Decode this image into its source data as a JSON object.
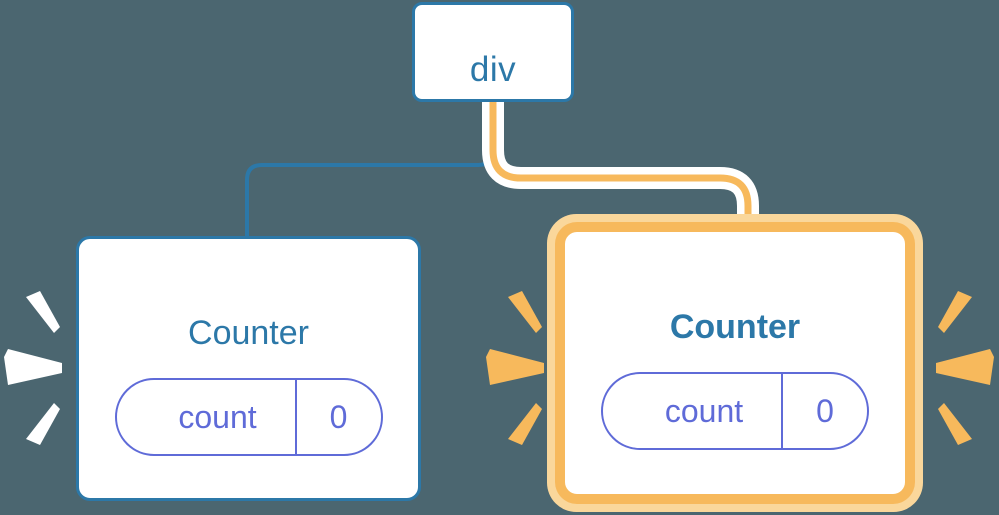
{
  "diagram": {
    "type": "component-tree",
    "background_color": "#4b6670",
    "title_text_color": "#2c78a8",
    "state_color": "#5f6bd8",
    "highlight_color": "#f7b95c",
    "highlight_glow_color": "#fad79b",
    "edge_color_default": "#2c78a8",
    "edge_color_highlight": "#f7b95c",
    "edge_halo_color": "#ffffff"
  },
  "root": {
    "label": "div"
  },
  "nodes": [
    {
      "id": "counter-left",
      "label": "Counter",
      "highlighted": false,
      "state": {
        "key": "count",
        "value": "0"
      },
      "burst_color": "#ffffff"
    },
    {
      "id": "counter-right",
      "label": "Counter",
      "highlighted": true,
      "state": {
        "key": "count",
        "value": "0"
      },
      "burst_color": "#f7b95c"
    }
  ],
  "edges": [
    {
      "from": "div",
      "to": "counter-left",
      "style": "plain",
      "color": "#2c78a8"
    },
    {
      "from": "div",
      "to": "counter-right",
      "style": "highlight",
      "color": "#f7b95c"
    }
  ]
}
